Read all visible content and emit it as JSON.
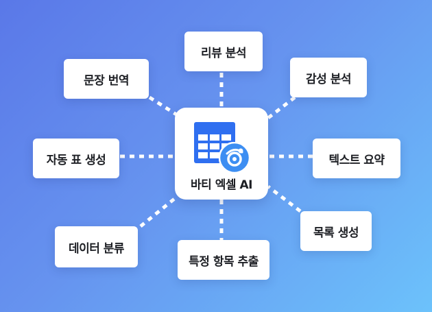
{
  "hub": {
    "label": "바티 엑셀 AI",
    "sheet_icon": "spreadsheet-icon",
    "badge_icon": "ai-orbit-badge-icon"
  },
  "features": [
    {
      "id": "review-analysis",
      "label": "리뷰 분석"
    },
    {
      "id": "sentiment-analysis",
      "label": "감성 분석"
    },
    {
      "id": "text-summary",
      "label": "텍스트 요약"
    },
    {
      "id": "list-generation",
      "label": "목록 생성"
    },
    {
      "id": "item-extraction",
      "label": "특정 항목 추출"
    },
    {
      "id": "data-classification",
      "label": "데이터 분류"
    },
    {
      "id": "table-generation",
      "label": "자동 표 생성"
    },
    {
      "id": "sentence-translation",
      "label": "문장 번역"
    }
  ],
  "colors": {
    "background_start": "#5a78e8",
    "background_end": "#6cc2fb",
    "icon_blue": "#2f6ff0",
    "badge_blue": "#3d8ef2",
    "text": "#1d1f24",
    "connector": "#ffffff"
  }
}
